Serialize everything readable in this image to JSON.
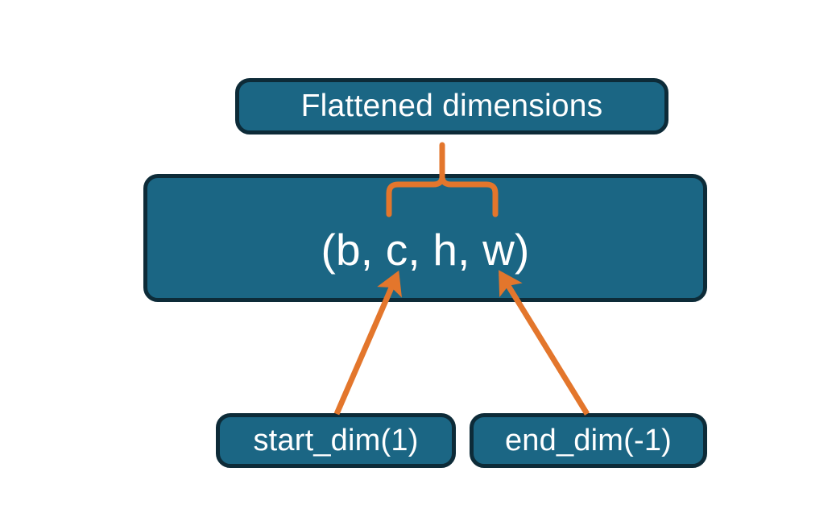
{
  "diagram": {
    "title": "Flatten start_dim / end_dim illustration",
    "background_color": "#ffffff",
    "node_fill_color": "#1b6684",
    "node_border_color": "#0d2b38",
    "node_text_color": "#ffffff",
    "connector_color": "#e3762c",
    "nodes": {
      "flattened": {
        "label": "Flattened dimensions"
      },
      "shape": {
        "label": "(b, c, h, w)"
      },
      "start_dim": {
        "label": "start_dim(1)"
      },
      "end_dim": {
        "label": "end_dim(-1)"
      }
    },
    "connectors": [
      {
        "name": "brace-flattened",
        "kind": "curly-brace",
        "points_to": "Flattened dimensions",
        "spans": "c, h, w"
      },
      {
        "name": "arrow-start-dim",
        "kind": "arrow",
        "from": "start_dim(1)",
        "to": "c"
      },
      {
        "name": "arrow-end-dim",
        "kind": "arrow",
        "from": "end_dim(-1)",
        "to": "w"
      }
    ]
  }
}
